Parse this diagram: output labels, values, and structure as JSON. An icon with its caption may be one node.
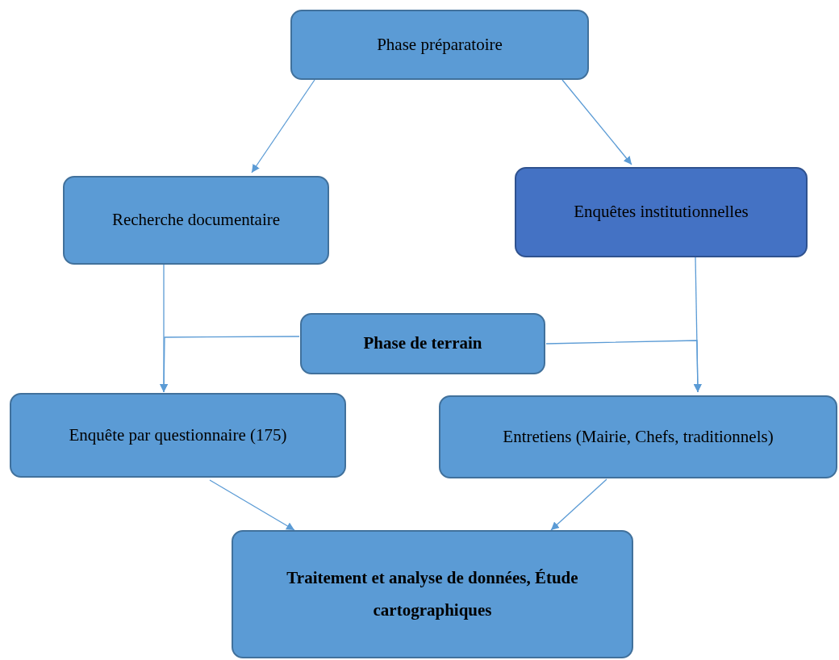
{
  "diagram": {
    "nodes": [
      {
        "text": [
          "Phase préparatoire"
        ]
      },
      {
        "text": [
          "Recherche documentaire"
        ]
      },
      {
        "text": [
          "Enquêtes institutionnelles"
        ]
      },
      {
        "text": [
          "Phase de terrain"
        ]
      },
      {
        "text": [
          "Enquête par questionnaire (175)"
        ]
      },
      {
        "text": [
          "Entretiens (Mairie, Chefs, traditionnels)"
        ]
      },
      {
        "text": [
          "Traitement et analyse de données, Étude cartographiques"
        ]
      }
    ],
    "edges": [
      {
        "from": 0,
        "to": 1,
        "arrow": "to"
      },
      {
        "from": 0,
        "to": 2,
        "arrow": "to"
      },
      {
        "from": 1,
        "to": 4,
        "arrow": "to"
      },
      {
        "from": 2,
        "to": 5,
        "arrow": "to"
      },
      {
        "from": 3,
        "to": 4,
        "arrow": "to"
      },
      {
        "from": 3,
        "to": 5,
        "arrow": "to"
      },
      {
        "from": 4,
        "to": 6,
        "arrow": "to"
      },
      {
        "from": 5,
        "to": 6,
        "arrow": "to"
      }
    ]
  }
}
